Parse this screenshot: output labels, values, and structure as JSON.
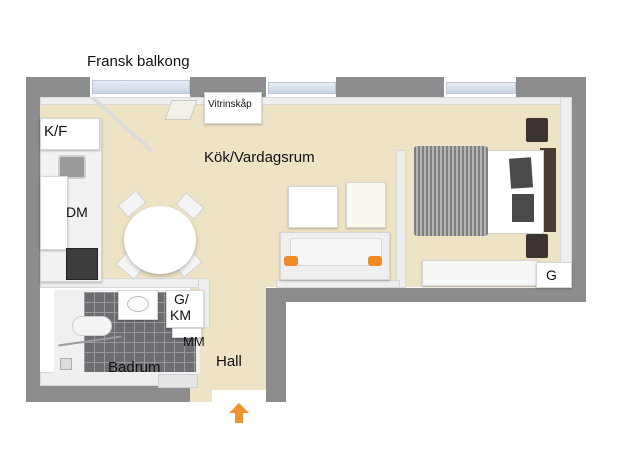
{
  "plan": {
    "labels": {
      "balcony": "Fransk balkong",
      "display_cabinet": "Vitrinskåp",
      "fridge_freezer": "K/F",
      "kitchen_living": "Kök/Vardagsrum",
      "dishwasher": "DM",
      "wardrobe_bedroom": "G",
      "wardrobe_washer_line1": "G/",
      "wardrobe_washer_line2": "KM",
      "washer": "MM",
      "bathroom": "Badrum",
      "hall": "Hall"
    },
    "icons": {
      "entrance": "arrow-up-icon"
    },
    "colors": {
      "wall": "#8d8d8f",
      "floor": "#efe3c6",
      "tile": "#6e6e72",
      "entrance_arrow": "#f0922e",
      "pillow_accent": "#f08a24",
      "bed_stripe": "#8a8a8a",
      "nightstand": "#3a3330"
    }
  }
}
